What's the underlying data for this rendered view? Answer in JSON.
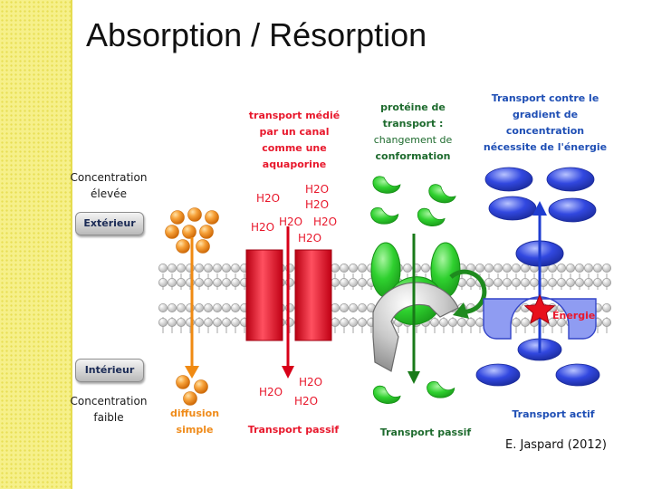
{
  "slide": {
    "title": "Absorption / Résorption"
  },
  "labels": {
    "concentration_high": [
      "Concentration",
      "élevée"
    ],
    "exterieur": "Extérieur",
    "interieur": "Intérieur",
    "concentration_low": [
      "Concentration",
      "faible"
    ],
    "channel": [
      "transport médié",
      "par un canal",
      "comme une",
      "aquaporine"
    ],
    "carrier": [
      "protéine de",
      "transport :",
      "changement de",
      "conformation"
    ],
    "active": [
      "Transport contre le",
      "gradient de",
      "concentration",
      "nécessite de l'énergie"
    ],
    "diffusion": [
      "diffusion",
      "simple"
    ],
    "passive_1": "Transport passif",
    "passive_2": "Transport passif",
    "active_bottom": "Transport actif",
    "energie": "Énergie",
    "h2o": "H2O",
    "credit": "E. Jaspard (2012)"
  },
  "colors": {
    "orange": "#f08a12",
    "red_channel": "#e8182c",
    "green_carrier": "#2ecc2e",
    "blue_pump": "#2a3fd6",
    "membrane": "#c8c8c8",
    "slide_decoration": "#f6f08a"
  },
  "icons": [
    "orange-sphere",
    "aquaporin-channel",
    "green-molecule",
    "carrier-protein",
    "rotation-arrow",
    "blue-molecule",
    "pump-protein",
    "energy-star"
  ]
}
